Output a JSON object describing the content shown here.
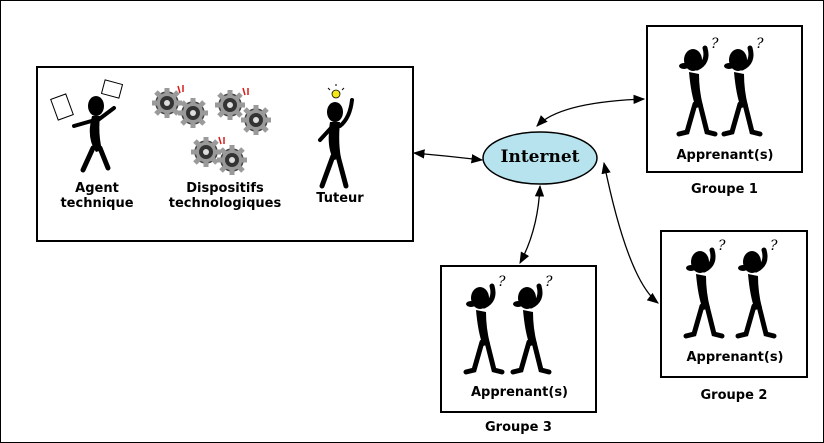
{
  "center": {
    "label": "Internet"
  },
  "roles": {
    "agent": "Agent\ntechnique",
    "dispositifs": "Dispositifs\ntechnologiques",
    "tuteur": "Tuteur"
  },
  "learner_label": "Apprenant(s)",
  "groups": [
    {
      "label": "Groupe 1"
    },
    {
      "label": "Groupe 2"
    },
    {
      "label": "Groupe 3"
    }
  ],
  "colors": {
    "ellipse_fill": "#b7e3ee",
    "gear": "#9a9a9a",
    "spark": "#d91c1c",
    "bulb": "#f5e61a"
  },
  "icons": [
    "person-icon",
    "gear-icon",
    "lightbulb-icon",
    "question-mark-icon"
  ]
}
